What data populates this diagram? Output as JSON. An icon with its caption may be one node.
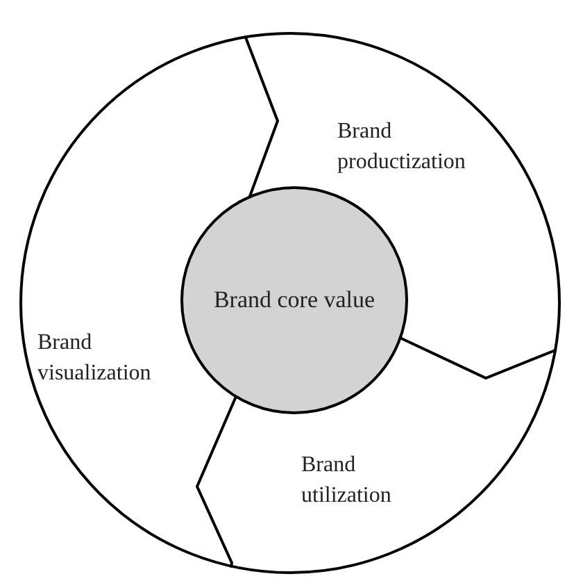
{
  "diagram": {
    "nodes": [
      {
        "text": [],
        "shape": "circle"
      },
      {
        "text": [
          "Brand core value"
        ],
        "in": 0
      }
    ],
    "edges": [
      {
        "from": 0,
        "to": 1,
        "arrow": "none"
      },
      {
        "from": 0,
        "to": 1,
        "arrow": "none"
      },
      {
        "from": 0,
        "to": 1,
        "arrow": "none"
      }
    ],
    "labels": [
      "Brand productization",
      "Brand visualization",
      "Brand utilization"
    ]
  }
}
